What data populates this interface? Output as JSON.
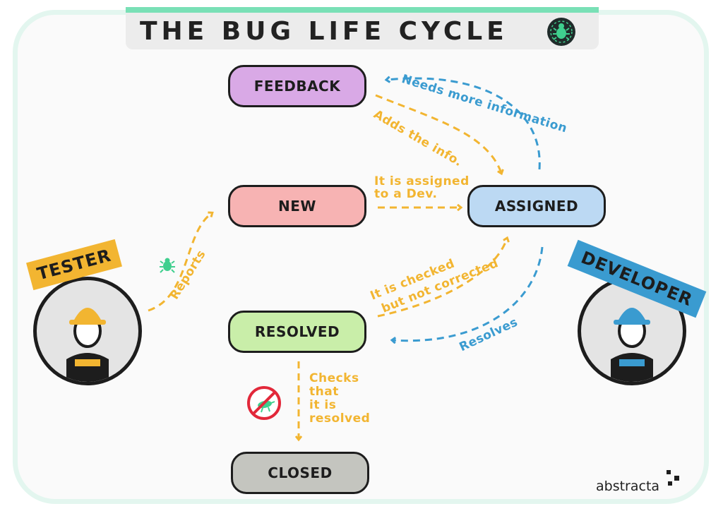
{
  "title": "THE BUG LIFE CYCLE",
  "states": {
    "feedback": {
      "label": "FEEDBACK",
      "color": "#d9a9e6"
    },
    "new": {
      "label": "NEW",
      "color": "#f7b3b3"
    },
    "assigned": {
      "label": "ASSIGNED",
      "color": "#bcd9f3"
    },
    "resolved": {
      "label": "RESOLVED",
      "color": "#c9eea9"
    },
    "closed": {
      "label": "CLOSED",
      "color": "#c4c5bf"
    }
  },
  "transitions": {
    "needs_more_information": "Needs more information",
    "adds_the_info": "Adds the info.",
    "assigned_line1": "It is assigned",
    "assigned_line2": "to a Dev.",
    "reports": "Reports",
    "checked_line1": "It is checked",
    "checked_line2": "but not corrected",
    "resolves": "Resolves",
    "checks_line1": "Checks",
    "checks_line2": "that",
    "checks_line3": "it is",
    "checks_line4": "resolved"
  },
  "actors": {
    "tester": {
      "label": "TESTER",
      "color": "#f2b531"
    },
    "developer": {
      "label": "DEVELOPER",
      "color": "#3a9bd0"
    }
  },
  "brand": "abstracta",
  "colors": {
    "orange_arrow": "#f2b531",
    "blue_arrow": "#3a9bd0",
    "bug_green": "#3fcf8e",
    "title_accent": "#79e0b6"
  }
}
